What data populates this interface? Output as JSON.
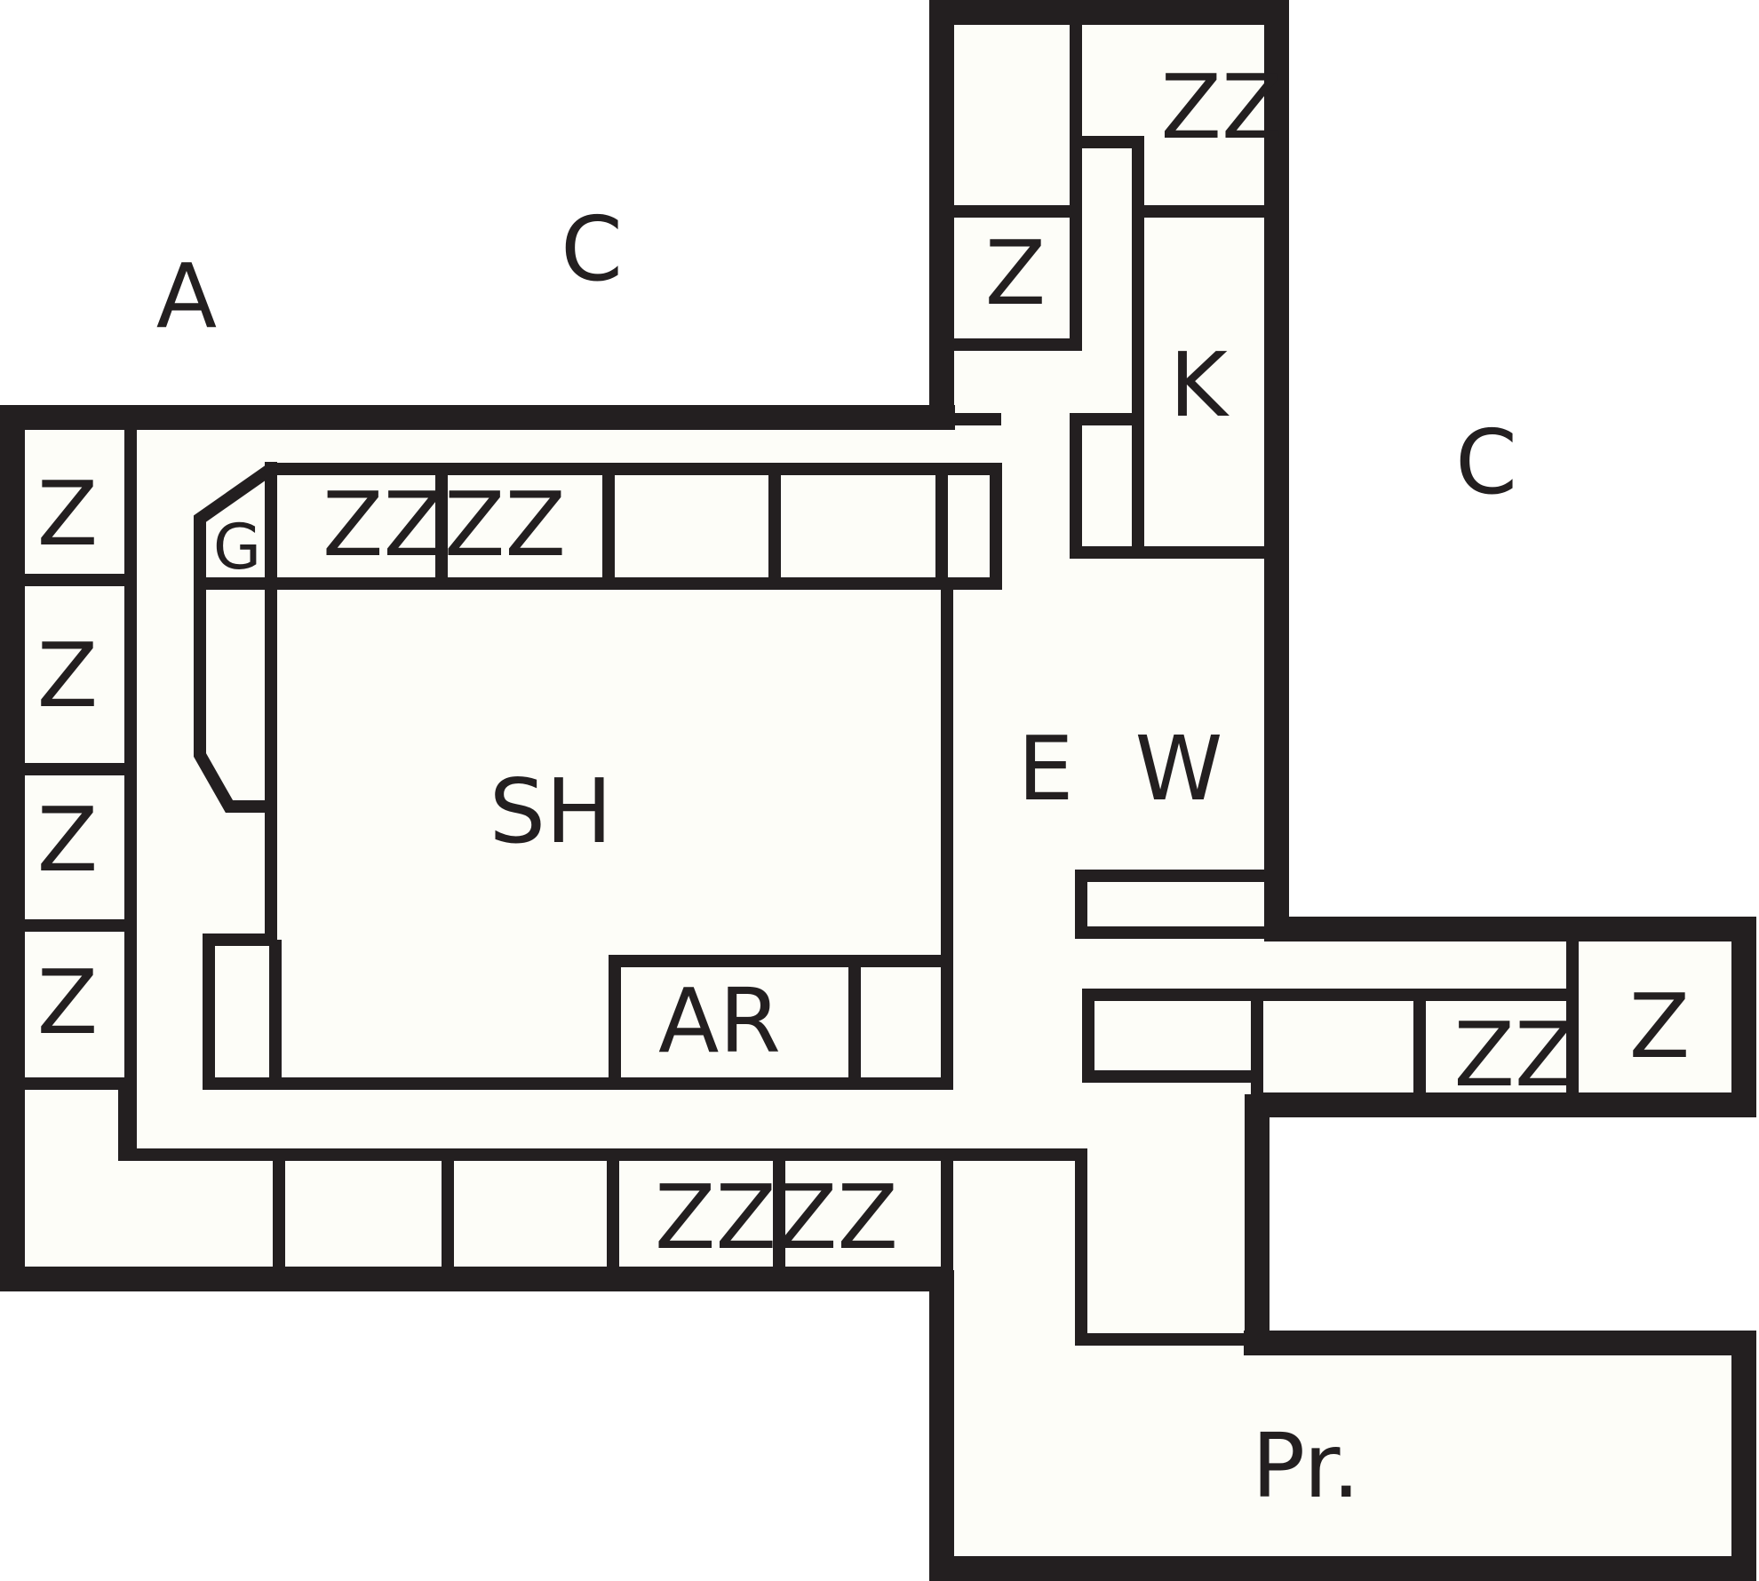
{
  "colors": {
    "wall": "#231f20",
    "floor": "#fdfdf8",
    "background": "#ffffff"
  },
  "labels": {
    "exterior_a": "A",
    "exterior_c_top": "C",
    "exterior_c_right": "C",
    "tower_zz": "ZZ",
    "tower_z": "Z",
    "tower_k": "K",
    "west_z_1": "Z",
    "west_z_2": "Z",
    "west_z_3": "Z",
    "west_z_4": "Z",
    "g": "G",
    "north_zzzz": "ZZZZ",
    "sh": "SH",
    "ar": "AR",
    "south_zzzz": "ZZZZ",
    "e": "E",
    "w": "W",
    "east_zz": "ZZ",
    "east_z": "Z",
    "pr": "Pr."
  }
}
